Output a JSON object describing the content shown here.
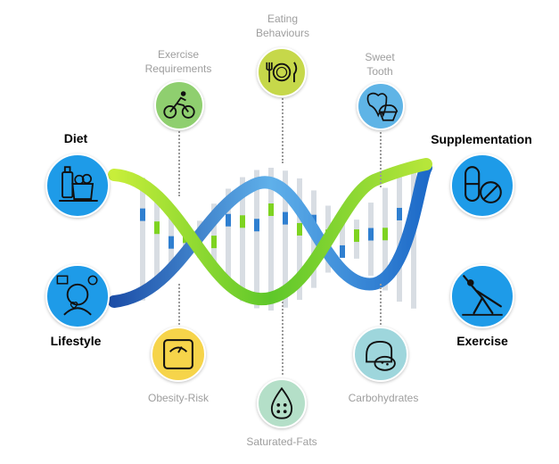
{
  "nodes": {
    "eating": {
      "line1": "Eating",
      "line2": "Behaviours",
      "color": "#c6d84a",
      "icon": "plate-cutlery-icon"
    },
    "exercise_req": {
      "line1": "Exercise",
      "line2": "Requirements",
      "color": "#8fcf6f",
      "icon": "cyclist-icon"
    },
    "sweet": {
      "line1": "Sweet",
      "line2": "Tooth",
      "color": "#5fb4e6",
      "icon": "tooth-cupcake-icon"
    },
    "diet": {
      "label": "Diet",
      "color": "#1e9be8",
      "icon": "groceries-icon"
    },
    "supplementation": {
      "label": "Supplementation",
      "color": "#1e9be8",
      "icon": "pills-icon"
    },
    "lifestyle": {
      "label": "Lifestyle",
      "color": "#1e9be8",
      "icon": "person-heart-icon"
    },
    "exercise": {
      "label": "Exercise",
      "color": "#1e9be8",
      "icon": "yoga-stretch-icon"
    },
    "obesity": {
      "label": "Obesity-Risk",
      "color": "#f6d44a",
      "icon": "scale-icon"
    },
    "saturated": {
      "label": "Saturated-Fats",
      "color": "#b4dfc8",
      "icon": "oil-drop-icon"
    },
    "carbs": {
      "label": "Carbohydrates",
      "color": "#9ed6dc",
      "icon": "potato-bread-icon"
    }
  },
  "colors": {
    "strand_green": "#7ed321",
    "strand_blue": "#2f7fd0",
    "rung": "#d8dde3"
  }
}
